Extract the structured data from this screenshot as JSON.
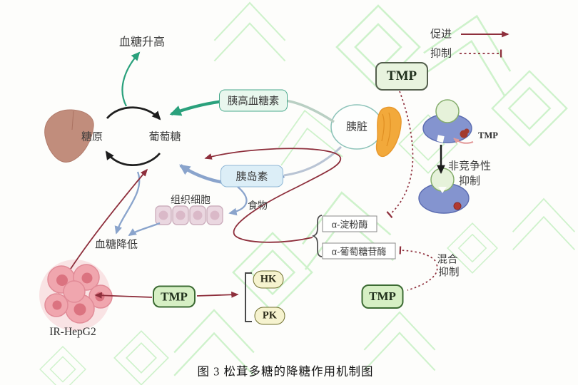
{
  "caption": "图 3 松茸多糖的降糖作用机制图",
  "legend": {
    "promote_label": "促进",
    "inhibit_label": "抑制"
  },
  "nodes": {
    "blood_sugar_up": "血糖升高",
    "glycogen": "糖原",
    "glucose": "葡萄糖",
    "glucagon": "胰高血糖素",
    "pancreas": "胰脏",
    "insulin": "胰岛素",
    "tissue_cells": "组织细胞",
    "food": "食物",
    "blood_sugar_down": "血糖降低",
    "ir_hepg2": "IR-HepG2",
    "tmp": "TMP",
    "hk": "HK",
    "pk": "PK",
    "alpha_amylase": "α-淀粉酶",
    "alpha_glucosidase": "α-葡萄糖苷酶",
    "noncompetitive_line1": "非竞争性",
    "noncompetitive_line2": "抑制",
    "mixed_line1": "混合",
    "mixed_line2": "抑制",
    "tmp_molecule": "TMP"
  },
  "colors": {
    "promote_arrow": "#8e2f3c",
    "inhibit_dash": "#8e2f3c",
    "glucagon_arrow": "#2aa17c",
    "insulin_arrow": "#8aa4cc",
    "tmp_box_fill": "#d6efc4",
    "tmp_box_border": "#3c6b33",
    "enzyme_blob": "#8494cf",
    "watermark_green": "#9fe69b"
  }
}
